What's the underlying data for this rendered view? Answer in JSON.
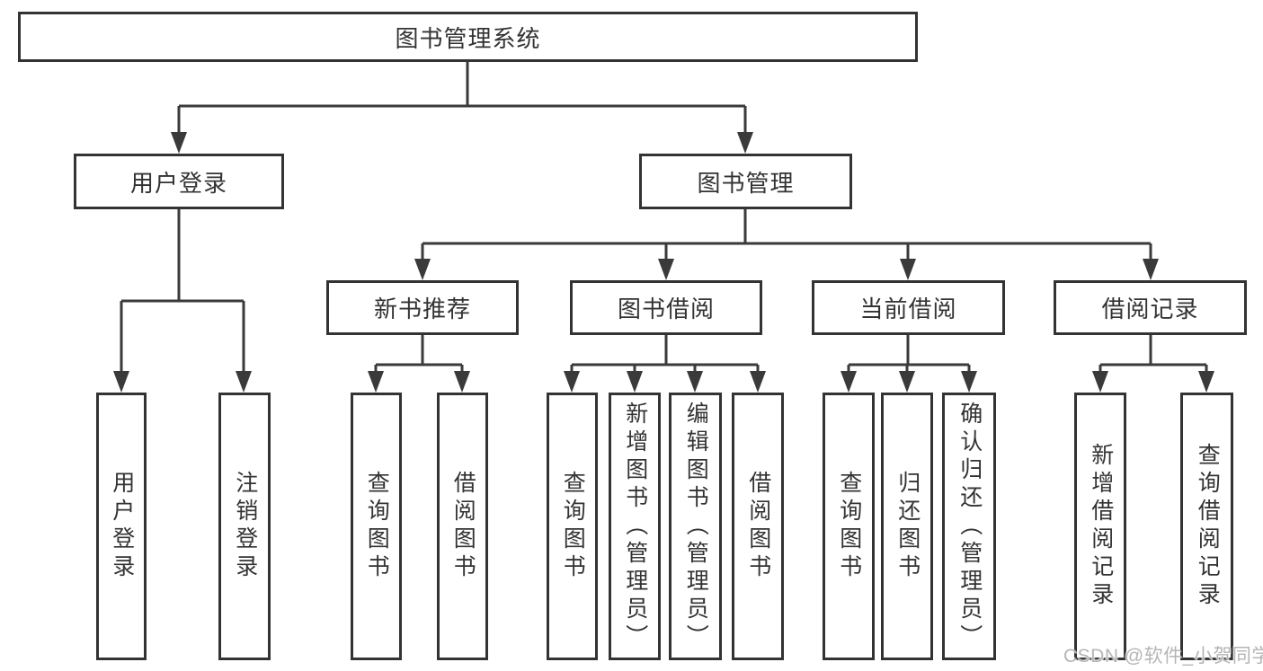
{
  "tree": {
    "label": "图书管理系统",
    "children": [
      {
        "label": "用户登录",
        "children": [
          {
            "label": "用户登录"
          },
          {
            "label": "注销登录"
          }
        ]
      },
      {
        "label": "图书管理",
        "children": [
          {
            "label": "新书推荐",
            "children": [
              {
                "label": "查询图书"
              },
              {
                "label": "借阅图书"
              }
            ]
          },
          {
            "label": "图书借阅",
            "children": [
              {
                "label": "查询图书"
              },
              {
                "label": "新增图书（管理员）"
              },
              {
                "label": "编辑图书（管理员）"
              },
              {
                "label": "借阅图书"
              }
            ]
          },
          {
            "label": "当前借阅",
            "children": [
              {
                "label": "查询图书"
              },
              {
                "label": "归还图书"
              },
              {
                "label": "确认归还（管理员）"
              }
            ]
          },
          {
            "label": "借阅记录",
            "children": [
              {
                "label": "新增借阅记录"
              },
              {
                "label": "查询借阅记录"
              }
            ]
          }
        ]
      }
    ]
  },
  "watermark": {
    "text": "CSDN @软件_小贺同学"
  },
  "colors": {
    "line": "#3a3a3a",
    "box_border": "#333333",
    "text": "#333333",
    "watermark": "#b5b5b5",
    "background": "#ffffff"
  }
}
